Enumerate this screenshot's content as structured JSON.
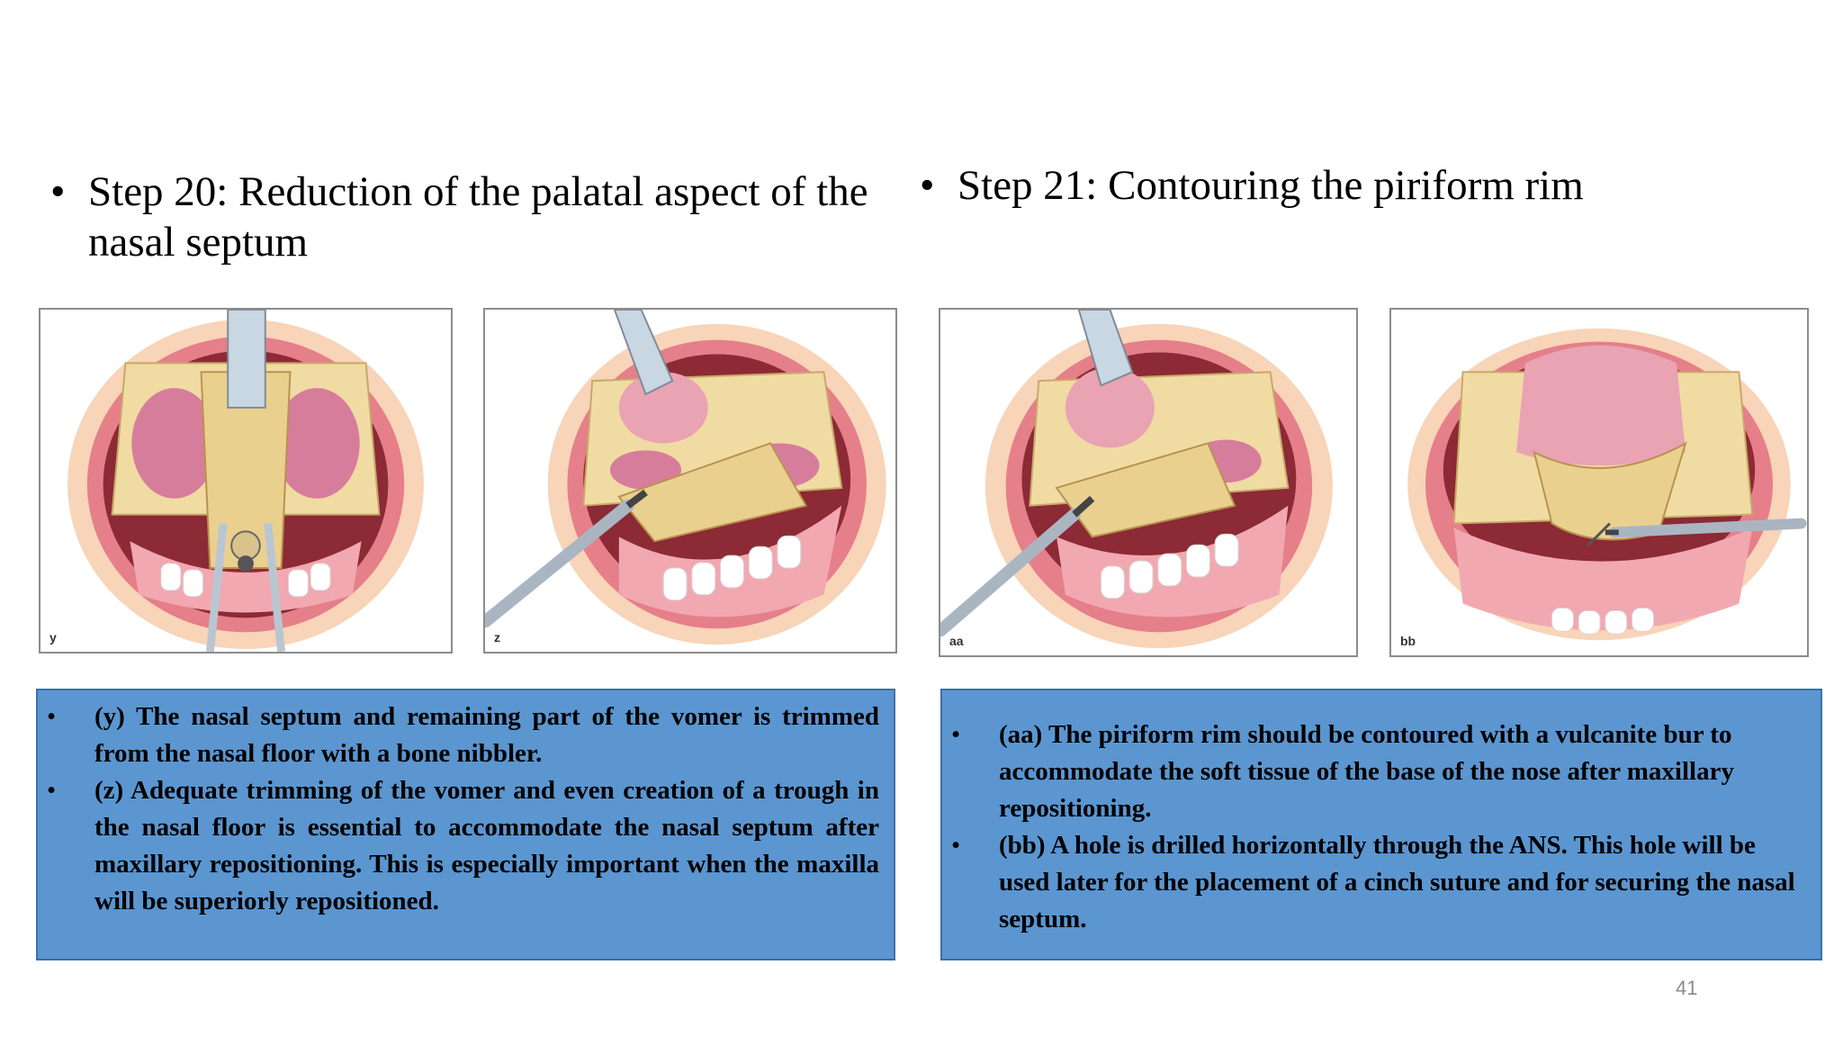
{
  "slide": {
    "left_heading": "Step 20: Reduction of the palatal aspect of the nasal septum",
    "right_heading": "Step 21: Contouring the piriform rim",
    "bullet": "•",
    "panels": [
      {
        "label": "y"
      },
      {
        "label": "z"
      },
      {
        "label": "aa"
      },
      {
        "label": "bb"
      }
    ],
    "left_caption": [
      "(y) The nasal septum and remaining part of the vomer is trimmed from the nasal floor with a bone nibbler.",
      "(z) Adequate trimming of the vomer and even creation of a trough in the nasal floor is essential to accommodate the nasal septum after maxillary repositioning. This is especially important when the maxilla will be superiorly repositioned."
    ],
    "right_caption": [
      "(aa) The piriform rim should be contoured with a vulcanite bur to accommodate the soft tissue of the base of the nose after maxillary repositioning.",
      "(bb) A hole is drilled horizontally through the ANS. This hole will be used later for the placement of a cinch suture and for securing the nasal septum."
    ],
    "page_number": "41",
    "colors": {
      "caption_bg": "#5b96d1",
      "mucosa": "#e8838e",
      "bone": "#f0dba3",
      "tissue_halo": "#f6c9a6",
      "instrument": "#c9d7e3"
    }
  }
}
